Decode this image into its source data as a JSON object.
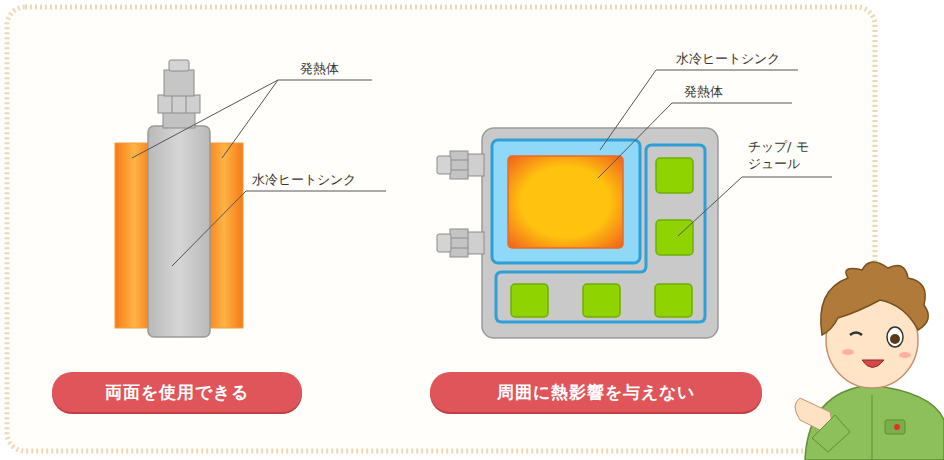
{
  "diagram": {
    "nodes": [
      {
        "text": [
          "両面を使用できる"
        ]
      },
      {
        "text": [
          "周囲に熱影響を与えない"
        ]
      }
    ],
    "labels": [
      "発熱体",
      "水冷ヒートシンク",
      "水冷ヒートシンク",
      "発熱体",
      "チップ/ モジュール"
    ]
  }
}
